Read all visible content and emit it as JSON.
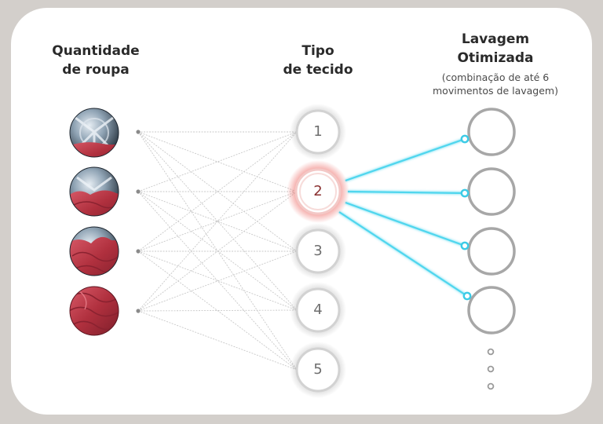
{
  "columns": {
    "quantity": {
      "line1": "Quantidade",
      "line2": "de roupa"
    },
    "fabric": {
      "line1": "Tipo",
      "line2": "de tecido"
    },
    "wash": {
      "line1": "Lavagem",
      "line2": "Otimizada",
      "sub_line1": "(combinação de até 6",
      "sub_line2": "movimentos de lavagem)"
    }
  },
  "fabric_nodes": [
    "1",
    "2",
    "3",
    "4",
    "5"
  ],
  "active_fabric_node": "2",
  "load_levels": [
    "low-load",
    "medium-load",
    "high-load",
    "full-load"
  ],
  "wash_nodes_count": 4,
  "ellipsis_dots": 3,
  "colors": {
    "background": "#d3cfcb",
    "card": "#ffffff",
    "active_glow": "#e8403a",
    "connector_cyan": "#4fd6ee",
    "fabric_red": "#c4404e",
    "drum_steel": "#8fa3b4"
  }
}
